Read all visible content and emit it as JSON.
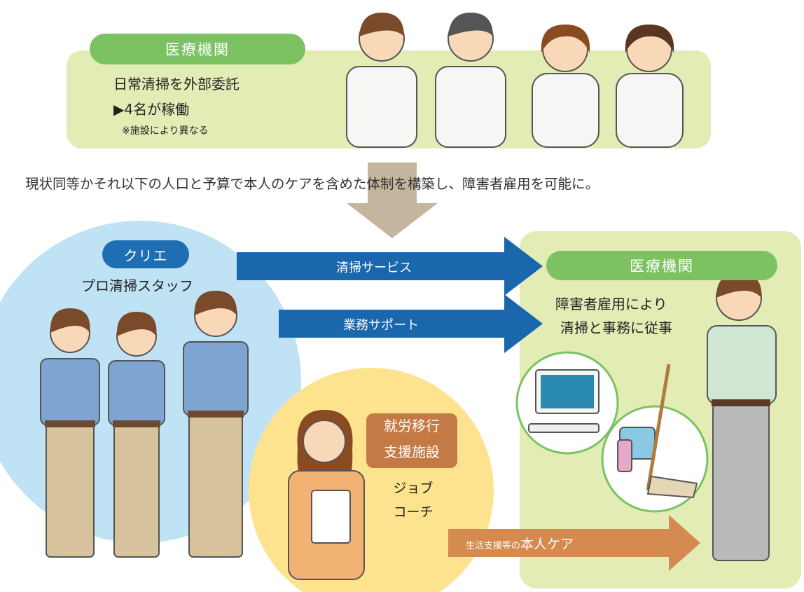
{
  "colors": {
    "green_panel": "#e3ecb5",
    "green_pill": "#7cc262",
    "blue_circle": "#bfe2f4",
    "blue_pill": "#1e6eb3",
    "blue_arrow": "#1a67ad",
    "yellow_circle": "#fde38e",
    "orange_badge": "#c47a45",
    "orange_arrow": "#d58a4f",
    "gray_arrow": "#c4b59f"
  },
  "top_panel": {
    "badge": "医療機関",
    "line1": "日常清掃を外部委託",
    "line2": "▶4名が稼働",
    "note": "※施設により異なる"
  },
  "middle_caption": "現状同等かそれ以下の人口と予算で本人のケアを含めた体制を構築し、障害者雇用を可能に。",
  "crie": {
    "badge": "クリエ",
    "subtitle": "プロ清掃スタッフ"
  },
  "arrows": {
    "cleaning": "清掃サービス",
    "business": "業務サポート",
    "care_small": "生活支援等の",
    "care_large": "本人ケア"
  },
  "facility": {
    "line1": "就労移行",
    "line2": "支援施設",
    "coach1": "ジョブ",
    "coach2": "コーチ"
  },
  "right_panel": {
    "badge": "医療機関",
    "line1": "障害者雇用により",
    "line2": "清掃と事務に従事"
  },
  "icons": [
    "computer-icon",
    "cleaning-tools-icon"
  ]
}
